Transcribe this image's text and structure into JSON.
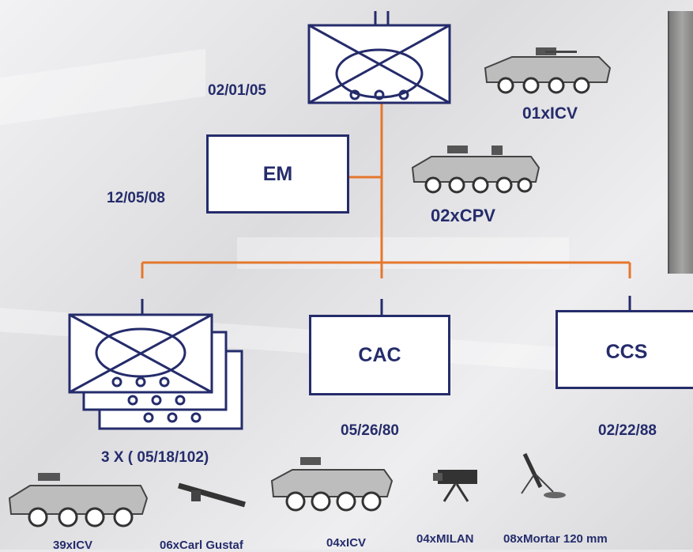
{
  "colors": {
    "navy": "#252c6b",
    "orange": "#e5772c",
    "white": "#ffffff"
  },
  "headquarters": {
    "strength": "02/01/05",
    "vehicle": "01xICV"
  },
  "em": {
    "label": "EM",
    "strength": "12/05/08",
    "vehicle": "02xCPV"
  },
  "companies": {
    "strength": "3 X ( 05/18/102)"
  },
  "cac": {
    "label": "CAC",
    "strength": "05/26/80"
  },
  "ccs": {
    "label": "CCS",
    "strength": "02/22/88"
  },
  "equipment": [
    {
      "label": "39xICV",
      "icon": "icv-vehicle-icon"
    },
    {
      "label": "06xCarl Gustaf",
      "icon": "recoilless-rifle-icon"
    },
    {
      "label": "04xICV",
      "icon": "icv-vehicle-icon"
    },
    {
      "label": "04xMILAN",
      "icon": "milan-launcher-icon"
    },
    {
      "label": "08xMortar 120 mm",
      "icon": "mortar-icon"
    }
  ]
}
